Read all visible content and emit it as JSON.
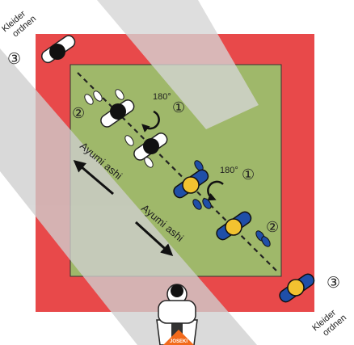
{
  "diagram": {
    "labels": {
      "kleider_top_line1": "Kleider",
      "kleider_top_line2": "ordnen",
      "kleider_bottom_line1": "Kleider",
      "kleider_bottom_line2": "ordnen",
      "step3_top": "③",
      "step3_bottom": "③",
      "step2_white": "②",
      "step2_blue": "②",
      "step1_white": "①",
      "step1_blue": "①",
      "deg_white": "180°",
      "deg_blue": "180°",
      "ayumi_left": "Ayumi ashi",
      "ayumi_right": "Ayumi ashi",
      "joseki_stamp": "JOSEKI"
    },
    "icons": {
      "white_player": "white-judoka-icon",
      "blue_player": "blue-judoka-icon",
      "referee": "referee-icon",
      "rotation": "rotate-arrow-icon",
      "direction": "direction-arrow-icon",
      "footprint": "footprint-icon"
    },
    "colors": {
      "danger_zone": "#e8494a",
      "contest_area": "#9fb86a",
      "white_judogi": "#ffffff",
      "blue_judogi": "#1f4fa8",
      "white_head": "#111111",
      "blue_head": "#f2c230",
      "joseki": "#f26a1b",
      "band": "#cfcfcf"
    }
  }
}
